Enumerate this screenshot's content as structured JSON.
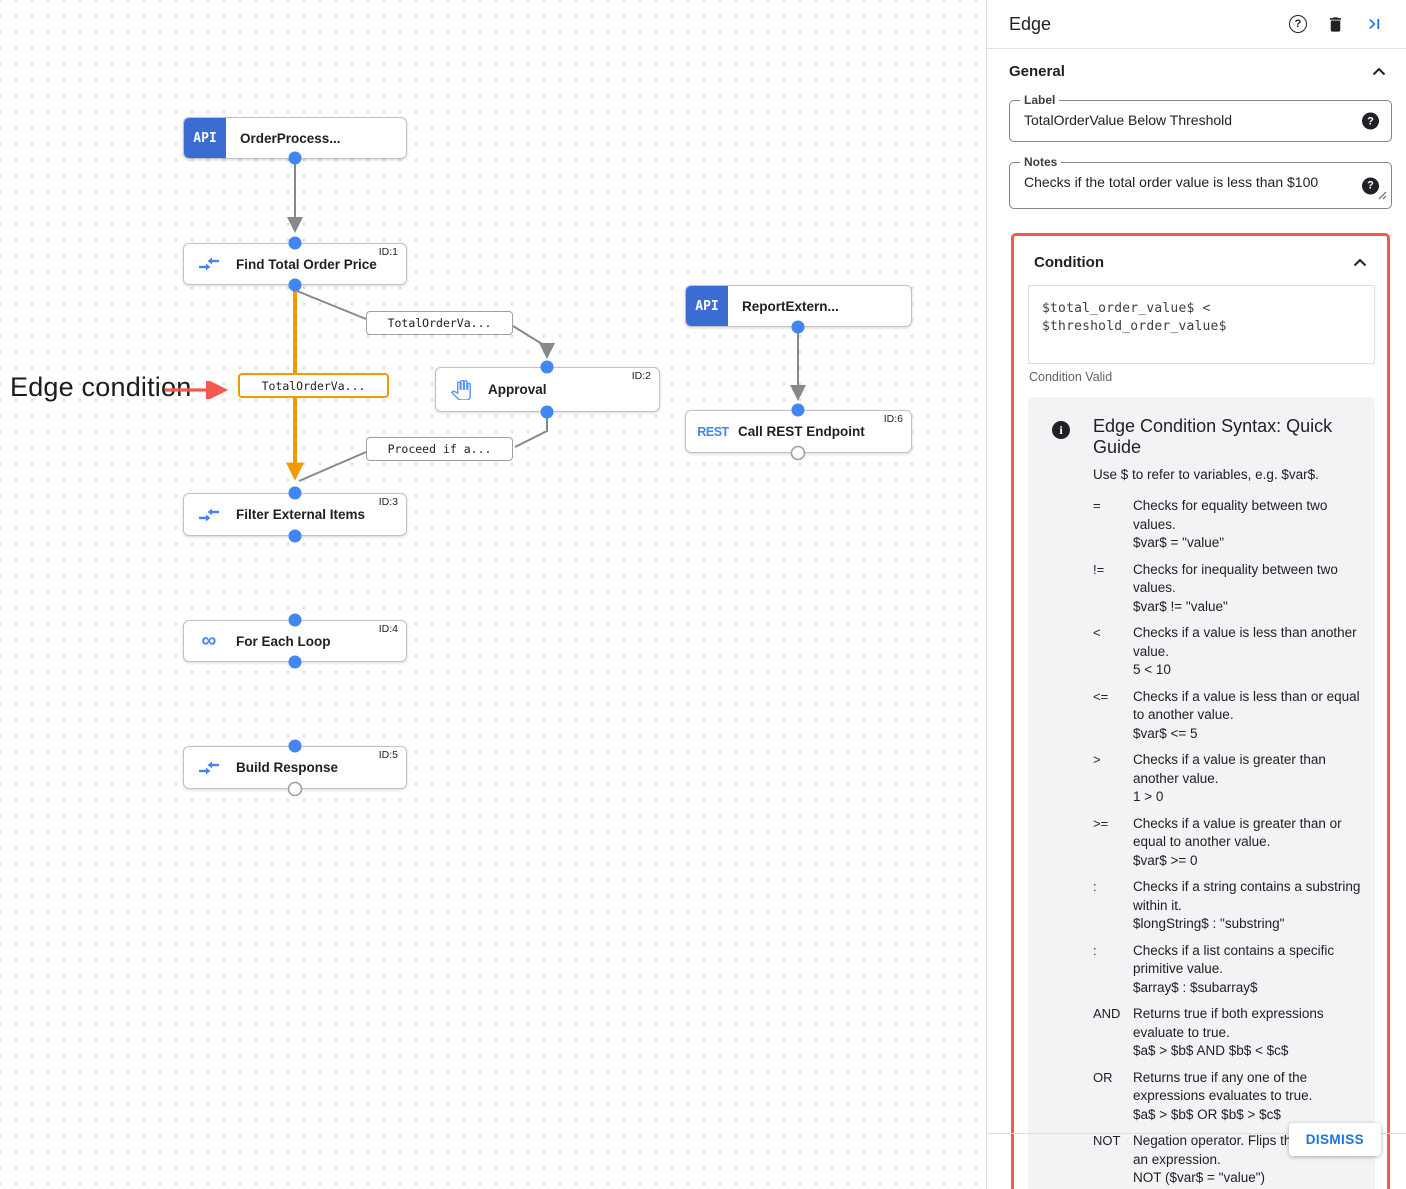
{
  "icons": {
    "api_badge_label": "API",
    "rest_icon_label": "REST",
    "loop_icon_glyph": "∞",
    "help_glyph": "?",
    "info_glyph": "i"
  },
  "canvas": {
    "annotation": {
      "label": "Edge condition"
    },
    "nodes": [
      {
        "label": "OrderProcess...",
        "icon": "api-trigger",
        "id_badge": ""
      },
      {
        "label": "Find Total Order Price",
        "icon": "data-mapping",
        "id_badge": "ID:1"
      },
      {
        "label": "Approval",
        "icon": "approval-hand",
        "id_badge": "ID:2"
      },
      {
        "label": "Filter External Items",
        "icon": "data-mapping",
        "id_badge": "ID:3"
      },
      {
        "label": "For Each Loop",
        "icon": "loop",
        "id_badge": "ID:4"
      },
      {
        "label": "Build Response",
        "icon": "data-mapping",
        "id_badge": "ID:5"
      },
      {
        "label": "ReportExtern...",
        "icon": "api-trigger",
        "id_badge": ""
      },
      {
        "label": "Call REST Endpoint",
        "icon": "rest",
        "id_badge": "ID:6"
      }
    ],
    "edge_labels": [
      {
        "label": "TotalOrderVa...",
        "highlighted": false
      },
      {
        "label": "TotalOrderVa...",
        "highlighted": true
      },
      {
        "label": "Proceed if a...",
        "highlighted": false
      }
    ],
    "colors": {
      "edge_highlight": "#F29900",
      "edge_default": "#84898E",
      "connector_dot": "#4285F4",
      "annotation_arrow": "#F4594E",
      "condition_outline": "#F4594E"
    }
  },
  "panel": {
    "title": "Edge",
    "general": {
      "section_label": "General",
      "label_field": {
        "label": "Label",
        "value": "TotalOrderValue Below Threshold"
      },
      "notes_field": {
        "label": "Notes",
        "value": "Checks if the total order value is less than $100"
      }
    },
    "condition": {
      "section_label": "Condition",
      "expression": "$total_order_value$ < $threshold_order_value$",
      "status": "Condition Valid",
      "guide": {
        "title": "Edge Condition Syntax: Quick Guide",
        "subtitle": "Use $ to refer to variables, e.g. $var$.",
        "rows": [
          {
            "op": "=",
            "desc": "Checks for equality between two values.",
            "example": "$var$ = \"value\""
          },
          {
            "op": "!=",
            "desc": "Checks for inequality between two values.",
            "example": "$var$ != \"value\""
          },
          {
            "op": "<",
            "desc": "Checks if a value is less than another value.",
            "example": "5 < 10"
          },
          {
            "op": "<=",
            "desc": "Checks if a value is less than or equal to another value.",
            "example": "$var$ <= 5"
          },
          {
            "op": ">",
            "desc": "Checks if a value is greater than another value.",
            "example": "1 > 0"
          },
          {
            "op": ">=",
            "desc": "Checks if a value is greater than or equal to another value.",
            "example": "$var$ >= 0"
          },
          {
            "op": ":",
            "desc": "Checks if a string contains a substring within it.",
            "example": "$longString$ : \"substring\""
          },
          {
            "op": ":",
            "desc": "Checks if a list contains a specific primitive value.",
            "example": "$array$ : $subarray$"
          },
          {
            "op": "AND",
            "desc": "Returns true if both expressions evaluate to true.",
            "example": "$a$ > $b$ AND $b$ < $c$"
          },
          {
            "op": "OR",
            "desc": "Returns true if any one of the expressions evaluates to true.",
            "example": "$a$ > $b$ OR $b$ > $c$"
          },
          {
            "op": "NOT",
            "desc": "Negation operator. Flips the result of an expression.",
            "example": "NOT ($var$ = \"value\")"
          }
        ]
      }
    },
    "dismiss_label": "DISMISS"
  }
}
